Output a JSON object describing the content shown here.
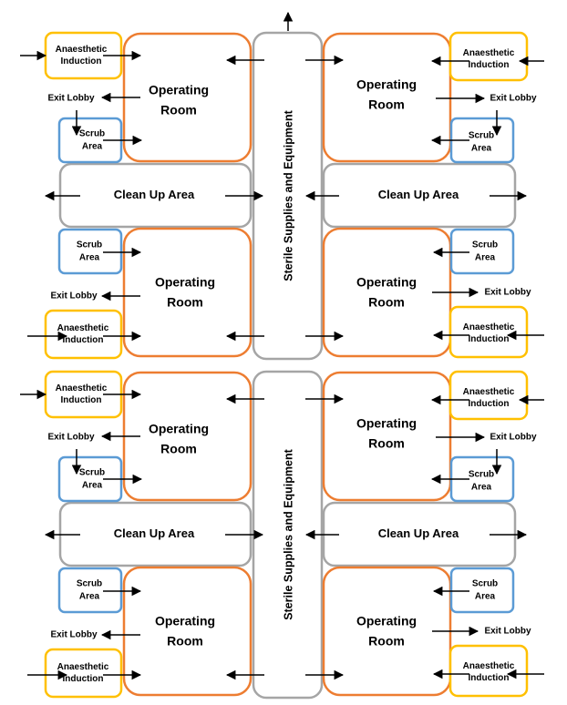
{
  "labels": {
    "operating_room_line1": "Operating",
    "operating_room_line2": "Room",
    "anaesthetic_line1": "Anaesthetic",
    "anaesthetic_line2": "Induction",
    "scrub_line1": "Scrub",
    "scrub_line2": "Area",
    "exit_lobby": "Exit Lobby",
    "clean_up_area": "Clean Up Area",
    "sterile_supplies": "Sterile Supplies and Equipment"
  },
  "colors": {
    "operating_room": "#ED7D31",
    "anaesthetic_induction": "#FFC000",
    "scrub_area": "#5B9BD5",
    "clean_up_area": "#A5A5A5",
    "sterile_corridor": "#A5A5A5"
  }
}
